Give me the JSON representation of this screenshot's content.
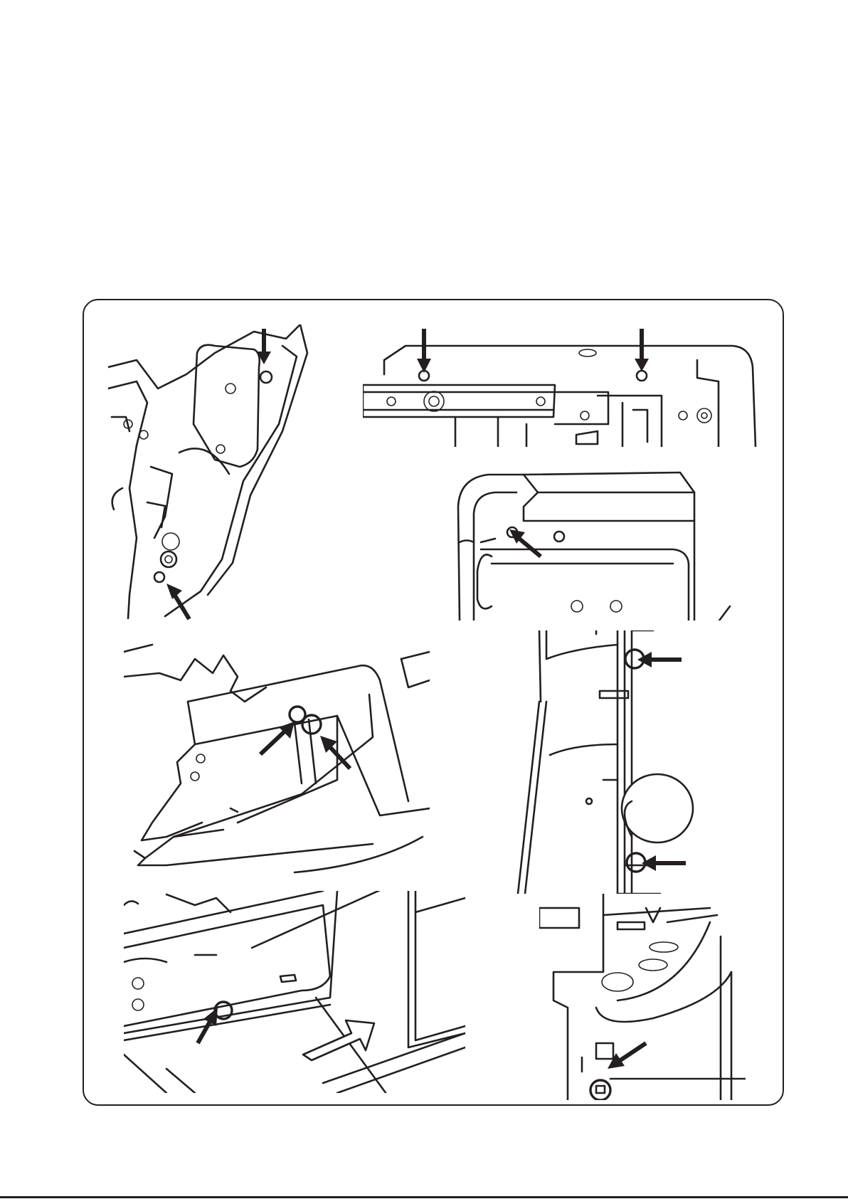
{
  "page": {
    "background": "#ffffff",
    "ink_color": "#231f20"
  },
  "figures": [
    {
      "id": "fig-1",
      "subject": "side-bracket-screws",
      "arrows": 2
    },
    {
      "id": "fig-2",
      "subject": "top-rail-screws",
      "arrows": 2
    },
    {
      "id": "fig-3",
      "subject": "handwheel-side-screw",
      "arrows": 1
    },
    {
      "id": "fig-4",
      "subject": "cover-hooks",
      "arrows": 2,
      "circled_points": 2
    },
    {
      "id": "fig-5",
      "subject": "side-cover-hooks",
      "arrows": 2,
      "circled_points": 2
    },
    {
      "id": "fig-6",
      "subject": "bed-cover-slide",
      "arrows": 1,
      "circled_points": 1,
      "direction_arrow": "outlined"
    },
    {
      "id": "fig-7",
      "subject": "rear-cover-hook",
      "arrows": 1,
      "circled_points": 1
    }
  ]
}
